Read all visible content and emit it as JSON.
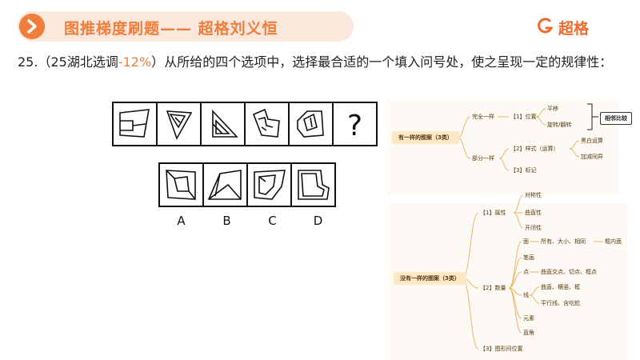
{
  "header": {
    "title": "图推梯度刷题—— 超格刘义恒",
    "brand": "超格",
    "accent_color": "#f07d3a",
    "bar_color": "#fbe7dc",
    "icon": "chevron-right-icon",
    "logo_icon": "brand-logo-icon"
  },
  "question": {
    "number": "25.",
    "source_open": "（25湖北选调",
    "rate": "-12%",
    "source_close": "）",
    "text": "从所给的四个选项中，选择最合适的一个填入问号处，使之呈现一定的规律性："
  },
  "puzzle": {
    "question_mark": "?",
    "options": [
      "A",
      "B",
      "C",
      "D"
    ]
  },
  "mindmap": {
    "has_same": {
      "title": "有一样的图案（3类）",
      "complete_same": "完全一样",
      "position": "【1】位置",
      "translate": "平移",
      "rotate_flip": "旋转/翻转",
      "compare_adjacent": "相邻比较",
      "partly_same": "部分一样",
      "style_calc": "【2】样式（运算）",
      "black_white": "黑白运算",
      "add_sub": "加减同异",
      "marker": "【3】标记"
    },
    "no_same": {
      "title": "没有一样的图案（3类）",
      "attribute": "【1】属性",
      "symmetry": "对称性",
      "curvature": "曲直性",
      "openness": "开闭性",
      "quantity": "【2】数量",
      "face": "面",
      "face_detail": "所有、大小、相同",
      "inner_frame": "框内面",
      "stroke": "笔画",
      "point": "点",
      "point_detail": "曲直交点、切点、框点",
      "line": "线",
      "line_detail1": "曲直、横竖、框",
      "line_detail2": "平行线、含吃蛇",
      "element": "元素",
      "right_angle": "直角",
      "relation": "【3】图形间位置"
    }
  }
}
